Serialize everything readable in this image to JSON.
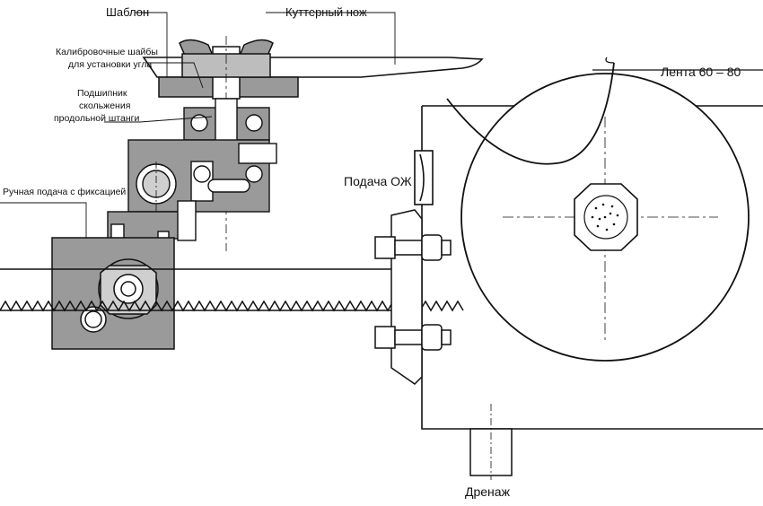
{
  "labels": {
    "template": "Шаблон",
    "cutter_knife": "Куттерный нож",
    "calibration_washers_line1": "Калибровочные шайбы",
    "calibration_washers_line2": "для установки угла",
    "bearing_line1": "Подшипник",
    "bearing_line2": "скольжения",
    "bearing_line3": "продольной штанги",
    "manual_feed": "Ручная подача с фиксацией",
    "coolant_feed": "Подача ОЖ",
    "belt": "Лента 60 – 80",
    "drain": "Дренаж"
  },
  "colors": {
    "stroke": "#111111",
    "fill_gray": "#9a9a9a",
    "fill_light": "#cfcfcf",
    "fill_white": "#ffffff"
  }
}
